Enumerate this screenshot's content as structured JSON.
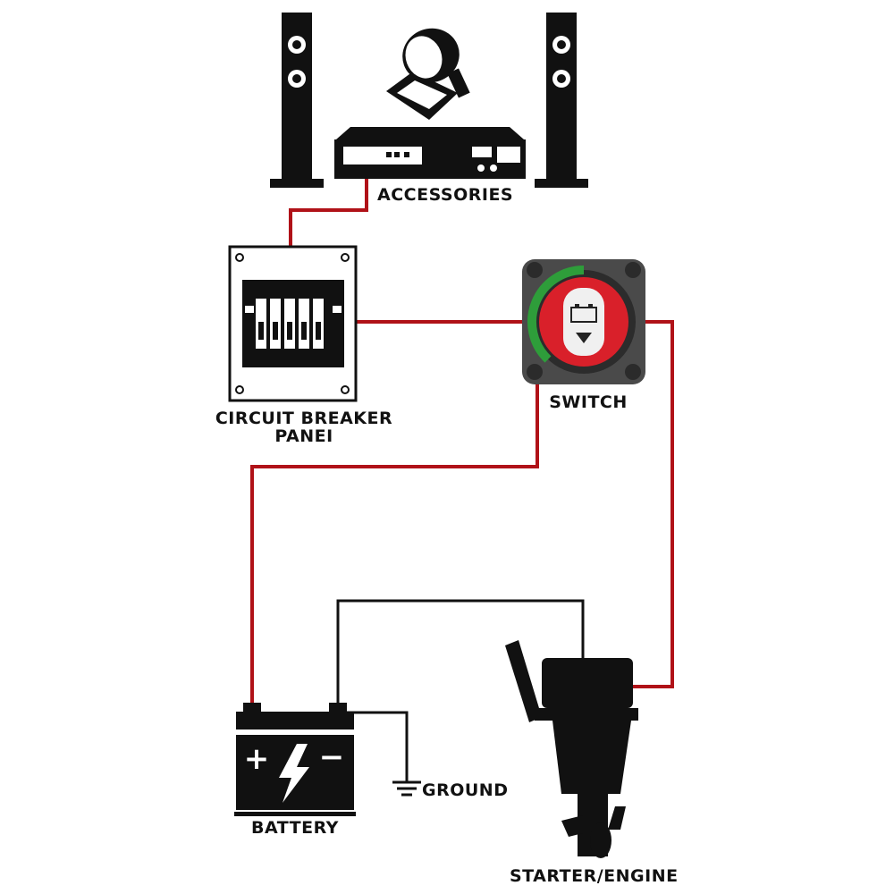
{
  "labels": {
    "accessories": "ACCESSORIES",
    "circuit_breaker_line1": "CIRCUIT BREAKER",
    "circuit_breaker_line2": "PANEI",
    "switch": "SWITCH",
    "battery": "BATTERY",
    "ground": "GROUND",
    "starter_engine": "STARTER/ENGINE"
  },
  "battery_symbols": {
    "positive": "+",
    "negative": "−"
  },
  "colors": {
    "positive_wire": "#b01218",
    "negative_wire": "#111111",
    "switch_red": "#d9202a",
    "switch_green": "#2e9d3a",
    "switch_body": "#4a4a4a",
    "device_black": "#111111"
  },
  "icons": {
    "speaker_left": "tower-speaker-icon",
    "speaker_right": "tower-speaker-icon",
    "spotlight": "spotlight-icon",
    "stereo": "stereo-receiver-icon",
    "breaker_panel": "circuit-breaker-panel-icon",
    "switch": "battery-disconnect-switch-icon",
    "battery": "battery-icon",
    "ground": "ground-symbol-icon",
    "engine": "outboard-motor-icon"
  }
}
